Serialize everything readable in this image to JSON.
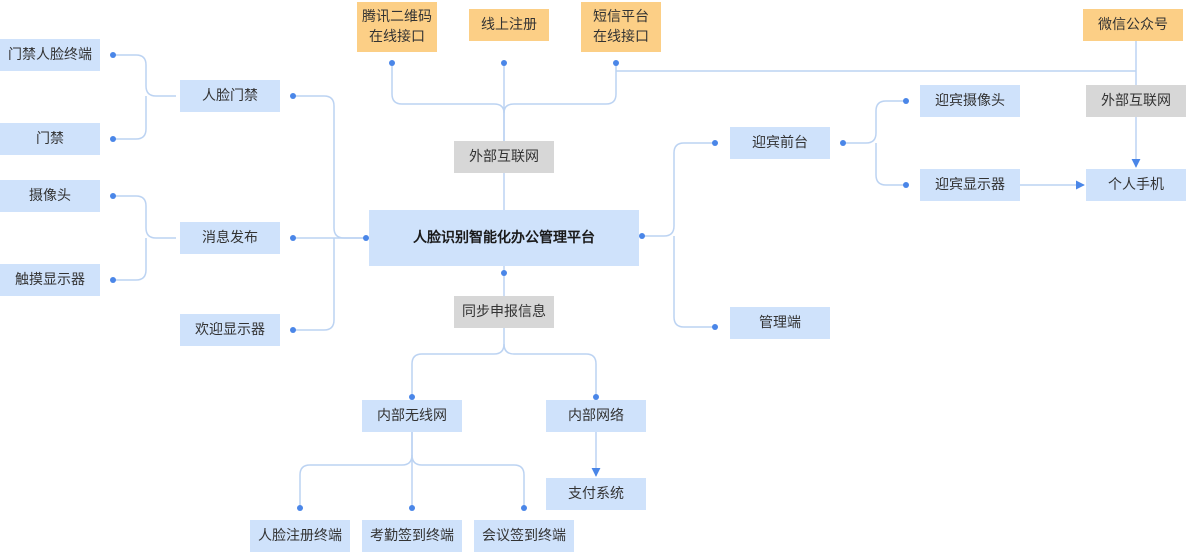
{
  "colors": {
    "line": "#bcd3f2",
    "dot": "#4a86e8",
    "blue_node": "#cfe2fb",
    "gray_node": "#d7d7d7",
    "orange_node": "#fccf86"
  },
  "nodes": {
    "center": "人脸识别智能化办公管理平台",
    "tencent_qr_line1": "腾讯二维码",
    "tencent_qr_line2": "在线接口",
    "online_register": "线上注册",
    "sms_line1": "短信平台",
    "sms_line2": "在线接口",
    "wechat": "微信公众号",
    "internet_top": "外部互联网",
    "internet_right": "外部互联网",
    "door_face_terminal": "门禁人脸终端",
    "door": "门禁",
    "face_door": "人脸门禁",
    "camera": "摄像头",
    "touch_display": "触摸显示器",
    "message_publish": "消息发布",
    "welcome_display": "欢迎显示器",
    "reception": "迎宾前台",
    "reception_camera": "迎宾摄像头",
    "reception_display": "迎宾显示器",
    "mobile": "个人手机",
    "admin": "管理端",
    "sync_report": "同步申报信息",
    "wireless": "内部无线网",
    "internal_net": "内部网络",
    "payment": "支付系统",
    "face_register_terminal": "人脸注册终端",
    "attendance_terminal": "考勤签到终端",
    "meeting_terminal": "会议签到终端"
  }
}
